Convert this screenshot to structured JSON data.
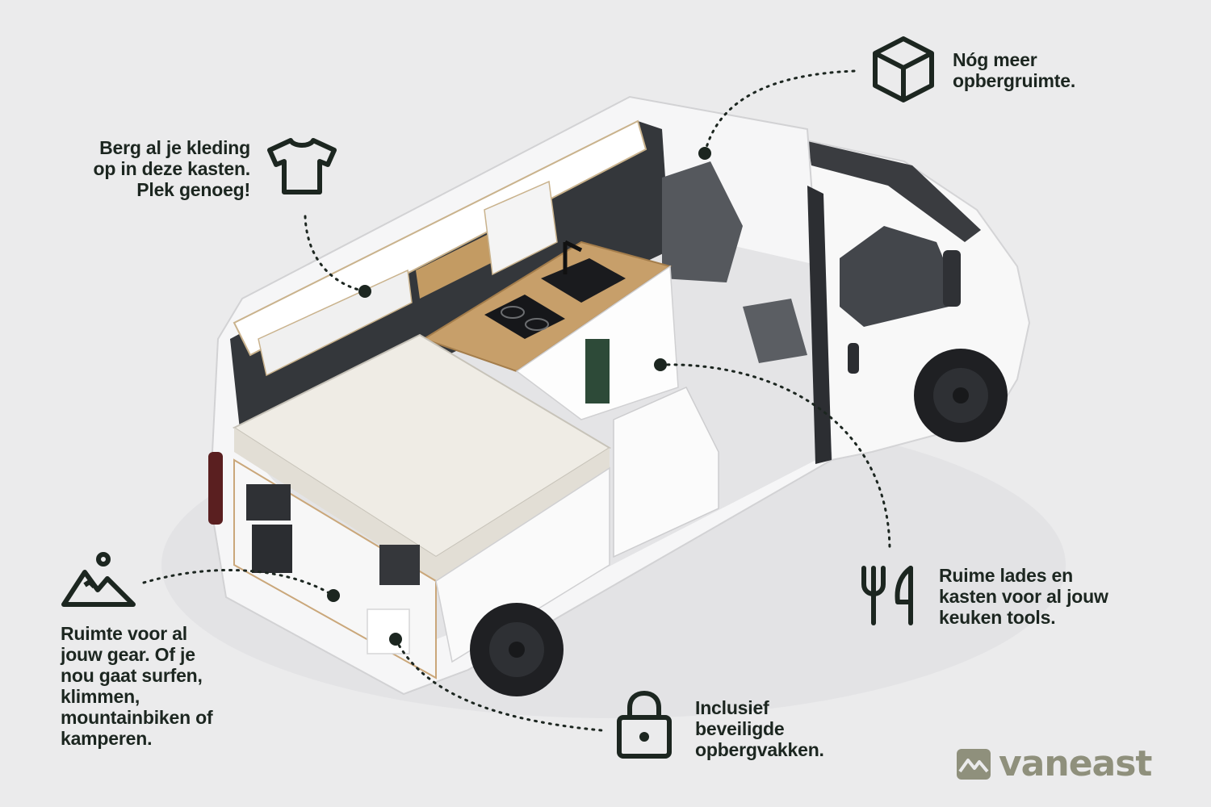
{
  "brand": {
    "name": "vaneast",
    "color": "#8f907c"
  },
  "colors": {
    "background": "#ebebec",
    "text": "#1c2620",
    "accent_dot": "#1c2a22",
    "plywood": "#c79f6a"
  },
  "callouts": [
    {
      "id": "storage",
      "icon": "box-icon",
      "lines": [
        "Nóg meer",
        "opbergruimte."
      ]
    },
    {
      "id": "clothing",
      "icon": "t-shirt-icon",
      "lines": [
        "Berg al je kleding",
        "op in deze kasten.",
        "Plek genoeg!"
      ]
    },
    {
      "id": "gear",
      "icon": "mountain-icon",
      "lines": [
        "Ruimte voor al",
        "jouw gear. Of je",
        "nou gaat surfen,",
        "klimmen,",
        "mountainbiken of",
        "kamperen."
      ]
    },
    {
      "id": "kitchen",
      "icon": "fork-knife-icon",
      "lines": [
        "Ruime lades en",
        "kasten voor al jouw",
        "keuken tools."
      ]
    },
    {
      "id": "lock",
      "icon": "padlock-icon",
      "lines": [
        "Inclusief",
        "beveiligde",
        "opbergvakken."
      ]
    }
  ]
}
